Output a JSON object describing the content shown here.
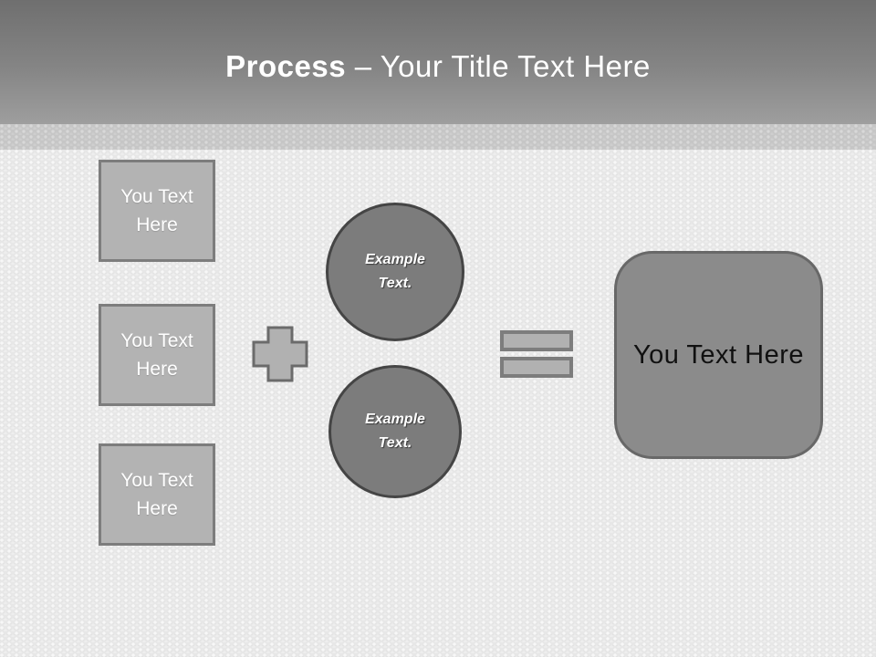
{
  "slide": {
    "title": {
      "emphasis": "Process",
      "rest": " – Your Title Text Here"
    }
  },
  "diagram": {
    "input_boxes": [
      {
        "label": "You Text\nHere"
      },
      {
        "label": "You Text\nHere"
      },
      {
        "label": "You Text\nHere"
      }
    ],
    "operators": {
      "plus": "+",
      "equals": "="
    },
    "example_circles": [
      {
        "label": "Example\nText."
      },
      {
        "label": "Example\nText."
      }
    ],
    "result_box": {
      "label": "You Text Here"
    }
  },
  "colors": {
    "header_gradient_top": "#6f6f6f",
    "header_gradient_bottom": "#9e9e9e",
    "divider_band": "#c6c6c6",
    "canvas_background": "#e7e7e7",
    "input_box_fill": "#b3b3b3",
    "input_box_border": "#7d7d7d",
    "circle_fill": "#7c7c7c",
    "circle_border": "#454545",
    "operator_fill": "#b1b1b1",
    "operator_border": "#7d7d7d",
    "result_box_fill": "#8b8b8b",
    "result_box_border": "#686868",
    "title_text": "#ffffff",
    "result_text": "#111111"
  }
}
